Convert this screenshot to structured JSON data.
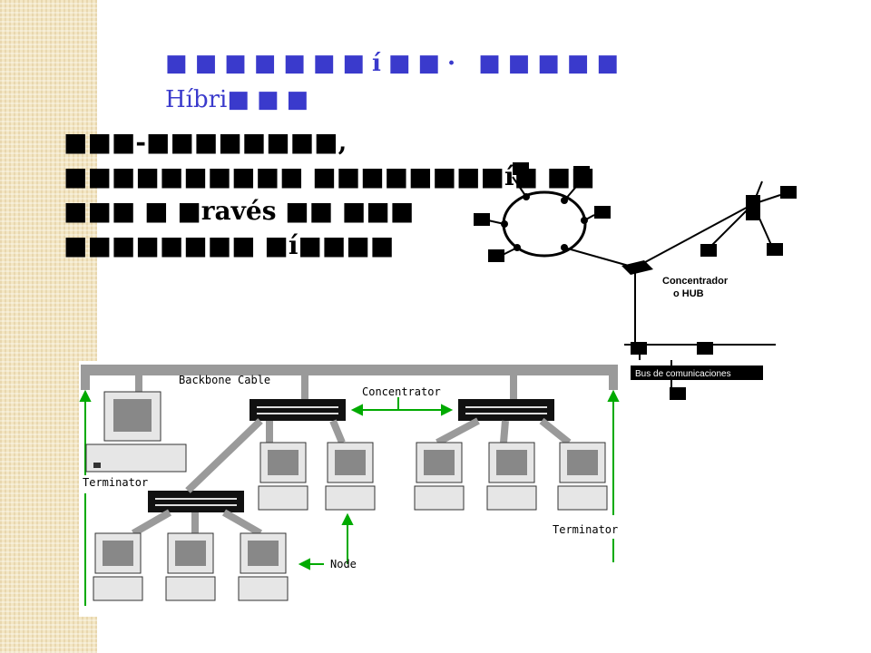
{
  "slide": {
    "title_line1": "■■■■■■■í■■· ■■■■■",
    "title_line2_word": "Híbri",
    "title_line2_tail": "■■■",
    "body_lines": [
      "■■■-■■■■■■■■,",
      "■■■■■■■■■■ ■■■■■■■■í■ ■■",
      "■■■ ■ ■ravés ■■ ■■■",
      "■■■■■■■■ ■í■■■■"
    ]
  },
  "top_diagram": {
    "hub_label_line1": "Concentrador",
    "hub_label_line2": "o HUB",
    "bus_label": "Bus de comunicaciones"
  },
  "bottom_diagram": {
    "backbone_label": "Backbone Cable",
    "concentrator_label": "Concentrator",
    "terminator_left": "Terminator",
    "terminator_right": "Terminator",
    "node_label": "Node"
  },
  "colors": {
    "title": "#3a3acc",
    "arrow_green": "#00aa00",
    "cable_gray": "#9a9a9a"
  }
}
